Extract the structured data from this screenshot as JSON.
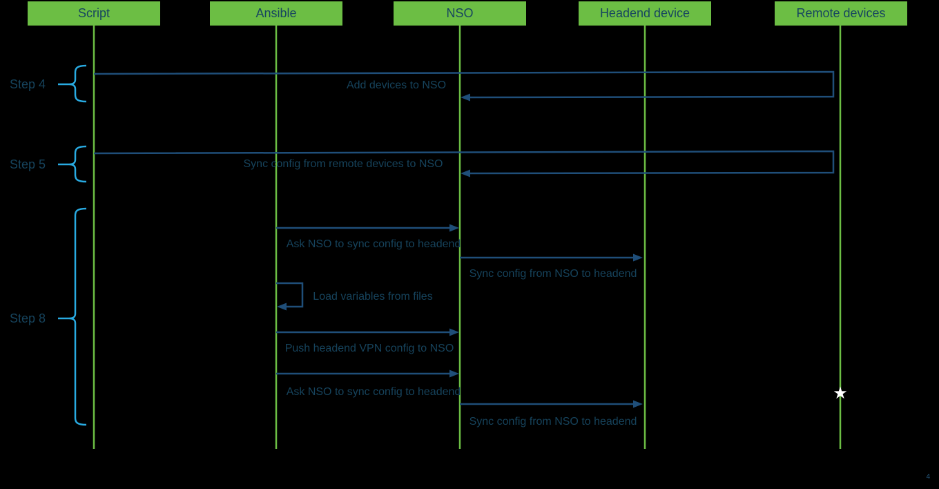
{
  "slide": {
    "background_color": "#000000",
    "page_number": "4",
    "colors": {
      "actor_fill": "#6CBE44",
      "actor_text": "#17455F",
      "lifeline": "#6CBE44",
      "arrow": "#1F4E79",
      "message_text": "#16435C",
      "brace": "#29ABE2",
      "star": "#FFFFFF"
    },
    "actors": [
      {
        "label": "Script"
      },
      {
        "label": "Ansible"
      },
      {
        "label": "NSO"
      },
      {
        "label": "Headend device"
      },
      {
        "label": "Remote devices"
      }
    ],
    "steps": [
      {
        "label": "Step 4"
      },
      {
        "label": "Step 5"
      },
      {
        "label": "Step 8"
      }
    ],
    "messages": [
      {
        "text": "Add devices to NSO",
        "from": "Script",
        "to": "NSO",
        "step": "Step 4"
      },
      {
        "text": "Sync config from remote devices to NSO",
        "from": "Script",
        "to": "NSO",
        "step": "Step 5"
      },
      {
        "text": "Ask NSO to sync config to headend",
        "from": "Ansible",
        "to": "NSO",
        "step": "Step 8"
      },
      {
        "text": "Sync config from NSO to headend",
        "from": "NSO",
        "to": "Headend device",
        "step": "Step 8"
      },
      {
        "text": "Load variables from files",
        "from": "Ansible",
        "to": "Ansible",
        "step": "Step 8"
      },
      {
        "text": "Push headend VPN config to NSO",
        "from": "Ansible",
        "to": "NSO",
        "step": "Step 8"
      },
      {
        "text": "Ask NSO to sync config to headend",
        "from": "Ansible",
        "to": "NSO",
        "step": "Step 8"
      },
      {
        "text": "Sync config from NSO to headend",
        "from": "NSO",
        "to": "Headend device",
        "step": "Step 8"
      }
    ],
    "icons": [
      {
        "name": "star-icon",
        "glyph": "★"
      }
    ]
  }
}
